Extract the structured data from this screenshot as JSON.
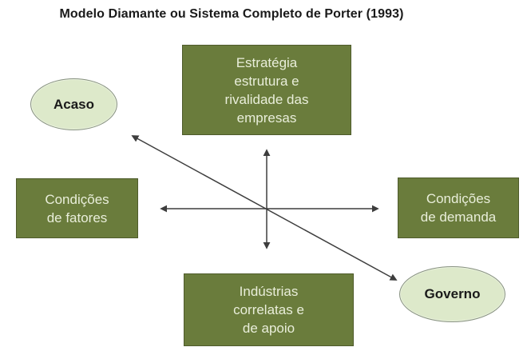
{
  "title": "Modelo Diamante ou Sistema Completo de Porter (1993)",
  "diagram": {
    "nodes": {
      "strategy": {
        "label": "Estratégia\nestrutura e\nrivalidade das\nempresas",
        "shape": "box"
      },
      "factors": {
        "label": "Condições\nde fatores",
        "shape": "box"
      },
      "demand": {
        "label": "Condições\nde demanda",
        "shape": "box"
      },
      "industries": {
        "label": "Indústrias\ncorrelatas e\nde apoio",
        "shape": "box"
      },
      "chance": {
        "label": "Acaso",
        "shape": "ellipse"
      },
      "government": {
        "label": "Governo",
        "shape": "ellipse"
      }
    },
    "edges": [
      {
        "from": "factors",
        "to": "demand",
        "style": "double-arrow"
      },
      {
        "from": "strategy",
        "to": "industries",
        "style": "double-arrow"
      },
      {
        "from": "chance",
        "to": "government",
        "style": "double-arrow"
      }
    ],
    "colors": {
      "background": "#ffffff",
      "box_fill": "#6a7c3c",
      "box_border": "#4e5b2b",
      "box_text": "#e9eeda",
      "ellipse_fill": "#dde9ca",
      "ellipse_border": "#879180",
      "ellipse_text": "#1a1a1a",
      "arrow": "#3d3d3d",
      "title_text": "#1a1a1a"
    }
  }
}
